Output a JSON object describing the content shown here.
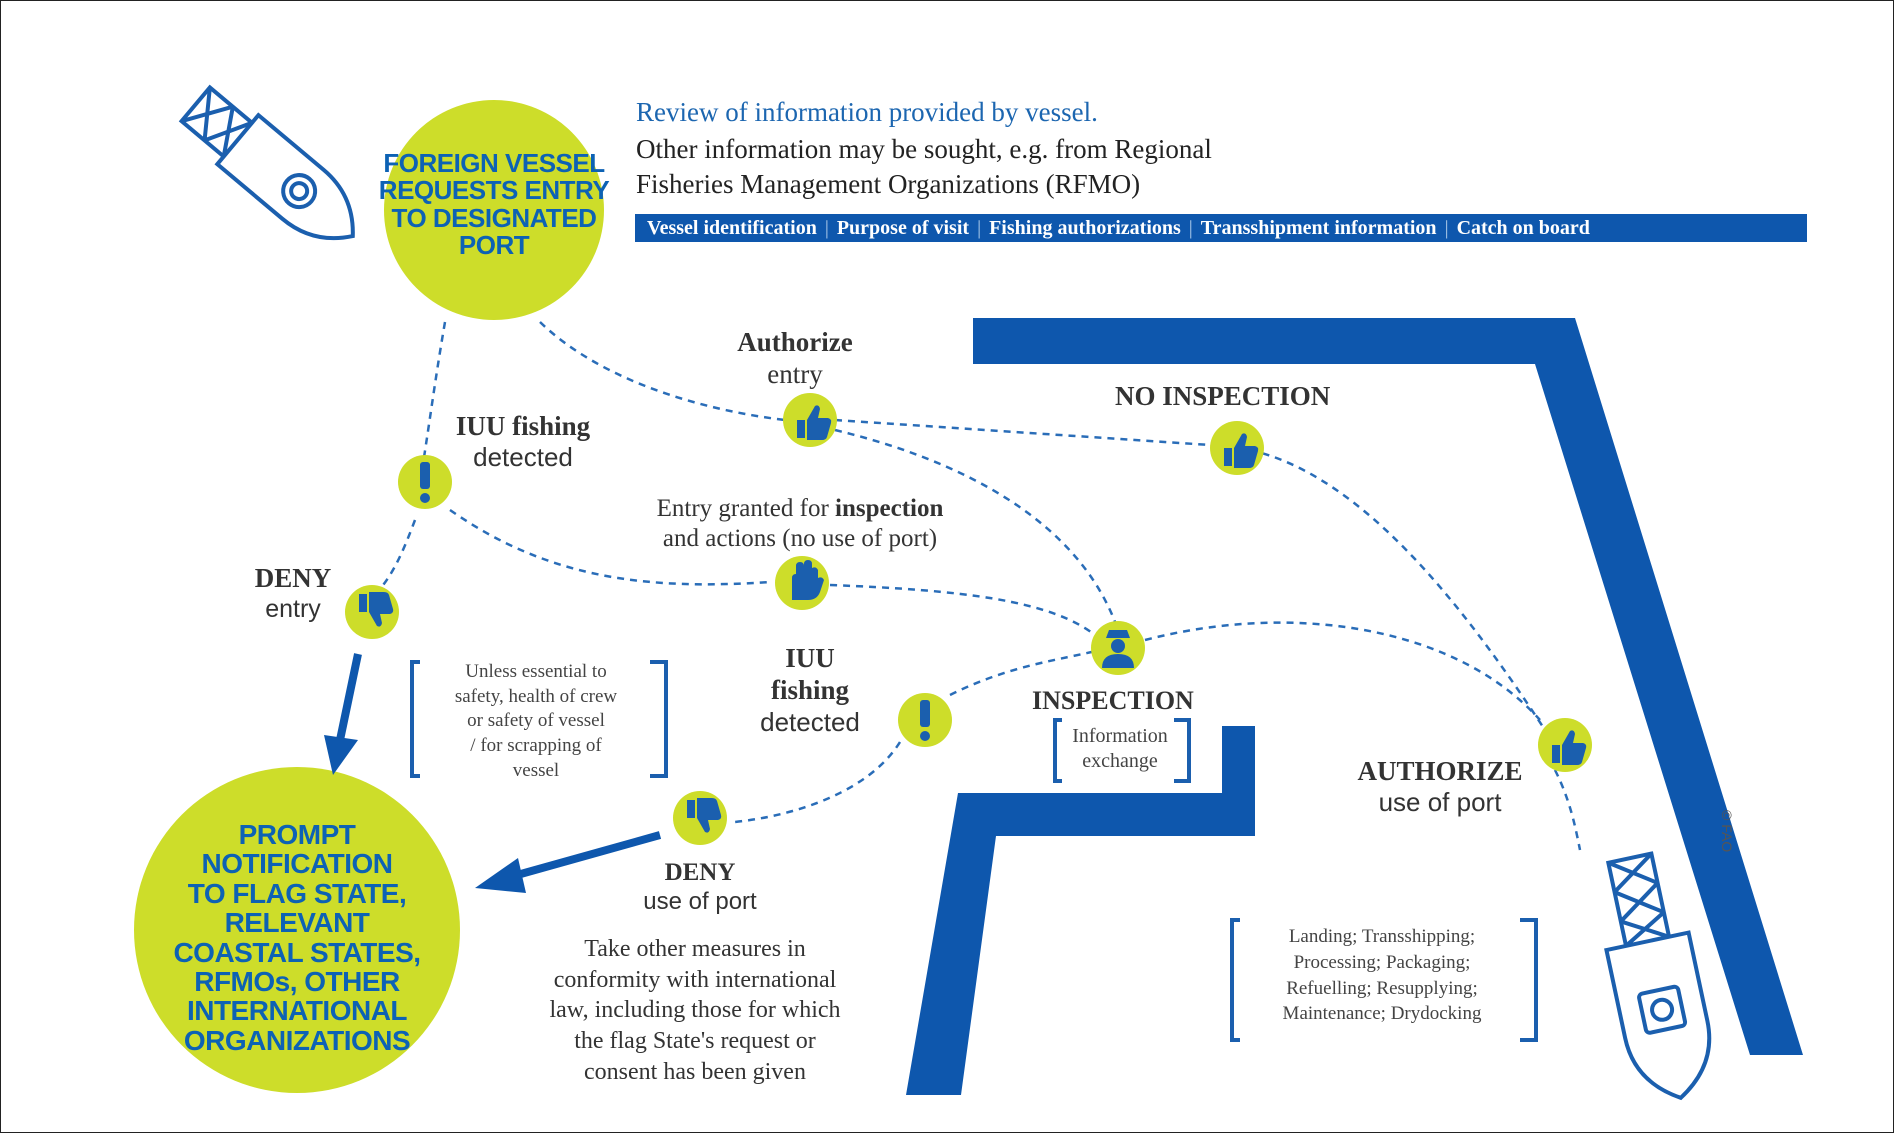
{
  "intro": {
    "line1": "Review of information provided by vessel.",
    "line2": "Other information may be sought, e.g. from Regional",
    "line3": "Fisheries Management Organizations (RFMO)"
  },
  "info_bar": [
    "Vessel identification",
    "Purpose of visit",
    "Fishing authorizations",
    "Transshipment information",
    "Catch on board"
  ],
  "start": {
    "l1": "FOREIGN VESSEL",
    "l2": "REQUESTS ENTRY",
    "l3": "TO DESIGNATED",
    "l4": "PORT"
  },
  "notify": {
    "l1": "PROMPT",
    "l2": "NOTIFICATION",
    "l3": "TO FLAG STATE,",
    "l4": "RELEVANT",
    "l5": "COASTAL STATES,",
    "l6": "RFMOs, OTHER",
    "l7": "INTERNATIONAL",
    "l8": "ORGANIZATIONS"
  },
  "authorize_entry": {
    "bold": "Authorize",
    "plain": "entry"
  },
  "iuu1": {
    "bold": "IUU fishing",
    "plain": "detected"
  },
  "deny_entry": {
    "bold": "DENY",
    "plain": "entry"
  },
  "entry_granted": {
    "pre": "Entry granted for ",
    "bold": "inspection",
    "line2": "and actions (no use of port)"
  },
  "no_inspection": "NO INSPECTION",
  "inspection": "INSPECTION",
  "info_exchange": {
    "l1": "Information",
    "l2": "exchange"
  },
  "iuu2": {
    "b1": "IUU",
    "b2": "fishing",
    "plain": "detected"
  },
  "deny_port": {
    "bold": "DENY",
    "plain": "use of port"
  },
  "authorize_port": {
    "bold": "AUTHORIZE",
    "plain": "use of port"
  },
  "unless": {
    "l1": "Unless essential to",
    "l2": "safety, health of crew",
    "l3": "or safety of vessel",
    "l4": "/ for scrapping of",
    "l5": "vessel"
  },
  "measures": {
    "l1": "Take other measures in",
    "l2": "conformity with international",
    "l3": "law, including those for which",
    "l4": "the flag State's request or",
    "l5": "consent has been given"
  },
  "uses": {
    "l1": "Landing; Transshipping;",
    "l2": "Processing; Packaging;",
    "l3": "Refuelling; Resupplying;",
    "l4": "Maintenance; Drydocking"
  },
  "credit": "© FAO",
  "colors": {
    "lime": "#cddd2a",
    "blue": "#0e57ad",
    "dash": "#2a6db8"
  },
  "icons": [
    "vessel-icon",
    "thumbs-up-icon",
    "thumbs-down-icon",
    "exclamation-icon",
    "hand-stop-icon",
    "inspector-icon"
  ]
}
